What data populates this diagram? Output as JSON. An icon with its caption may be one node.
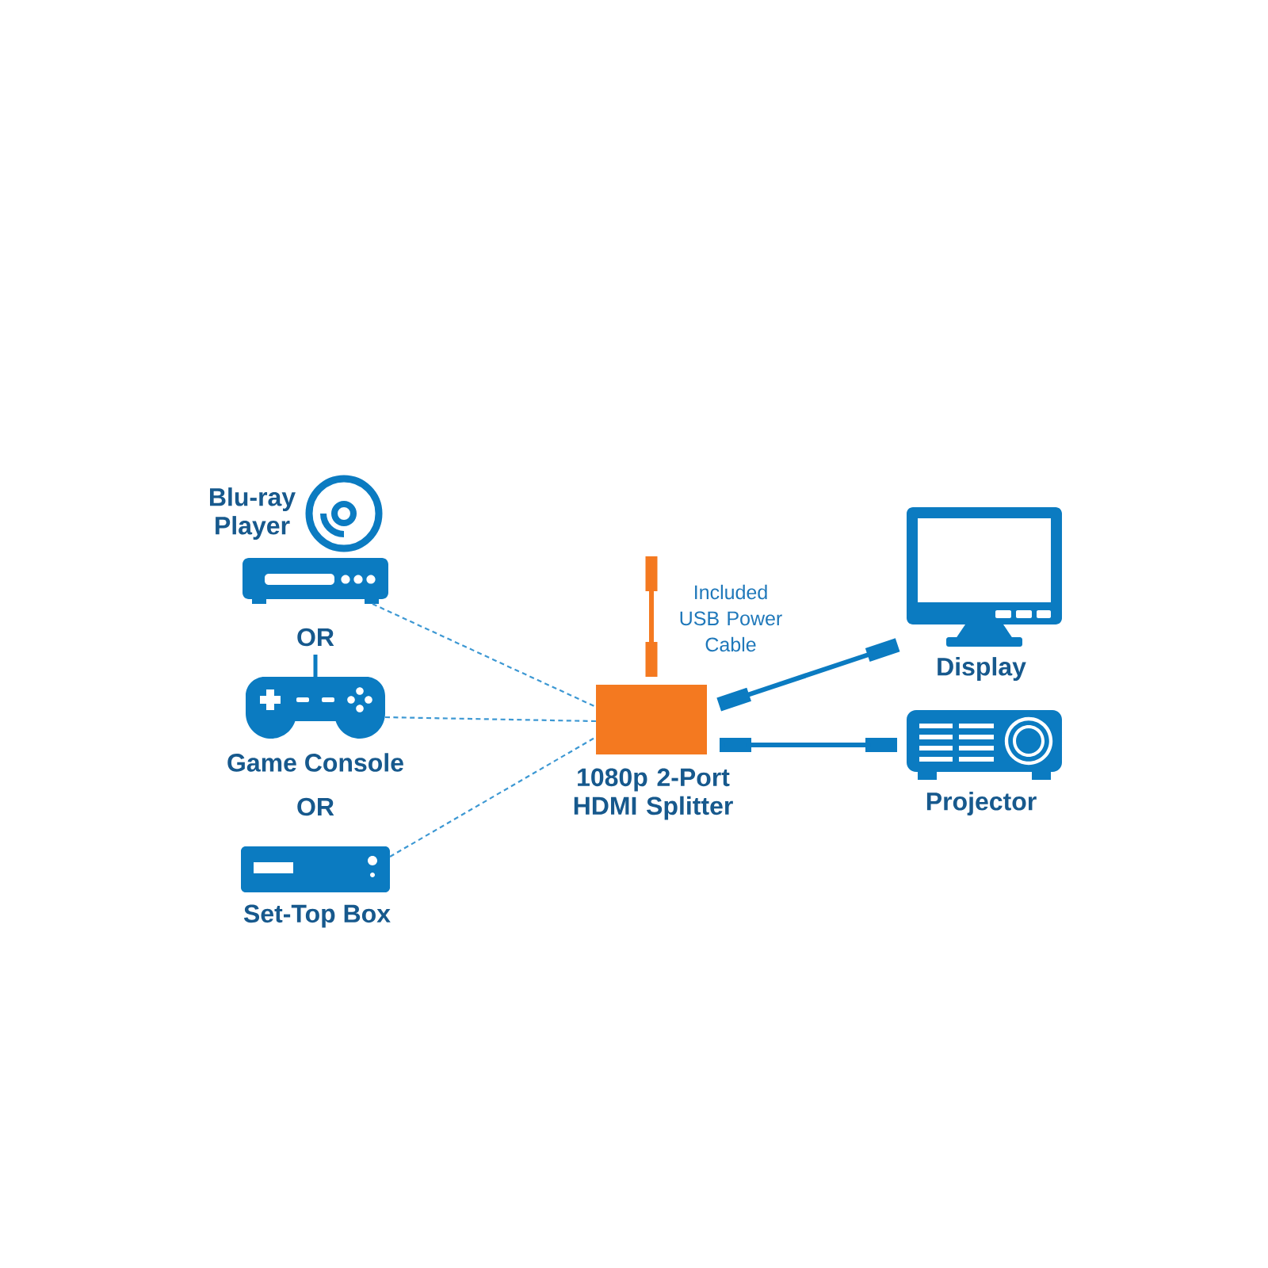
{
  "diagram": {
    "nodes": [
      {
        "text": [
          "Blu-ray Player"
        ]
      },
      {
        "text": [
          "Game Console"
        ]
      },
      {
        "text": [
          "Set-Top Box"
        ]
      },
      {
        "text": [
          "1080p 2-Port HDMI Splitter"
        ]
      },
      {
        "text": [
          "Display"
        ]
      },
      {
        "text": [
          "Projector"
        ]
      }
    ],
    "edges": [
      {
        "from": 0,
        "to": 3,
        "arrow": "none",
        "style": "dashed"
      },
      {
        "from": 1,
        "to": 3,
        "arrow": "none",
        "style": "dashed"
      },
      {
        "from": 2,
        "to": 3,
        "arrow": "none",
        "style": "dashed"
      },
      {
        "from": 3,
        "to": 4,
        "arrow": "other",
        "style": "thick"
      },
      {
        "from": 3,
        "to": 5,
        "arrow": "other",
        "style": "thick"
      },
      {
        "from": null,
        "to": 3,
        "arrow": "other",
        "style": "thick",
        "label": "Included USB Power Cable",
        "color": "#f47920"
      }
    ],
    "labels": [
      "OR",
      "OR"
    ]
  }
}
